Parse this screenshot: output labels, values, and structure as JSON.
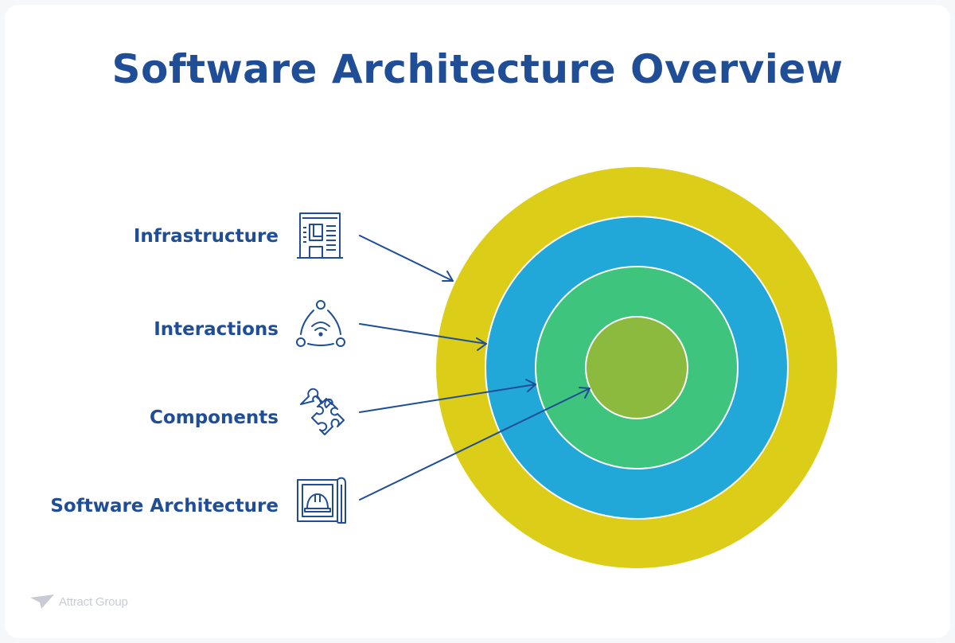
{
  "title": "Software Architecture Overview",
  "labels": {
    "infrastructure": "Infrastructure",
    "interactions": "Interactions",
    "components": "Components",
    "software_architecture": "Software Architecture"
  },
  "icons": {
    "infrastructure": "building-icon",
    "interactions": "network-nodes-icon",
    "components": "puzzle-piece-icon",
    "software_architecture": "blueprint-helmet-icon"
  },
  "watermark": "Attract Group",
  "colors": {
    "text": "#1f4e96",
    "ring_outer": "#dccd19",
    "ring_2": "#21a8d8",
    "ring_3": "#3ec47d",
    "core": "#8bba3f",
    "separator": "#ffffff"
  }
}
